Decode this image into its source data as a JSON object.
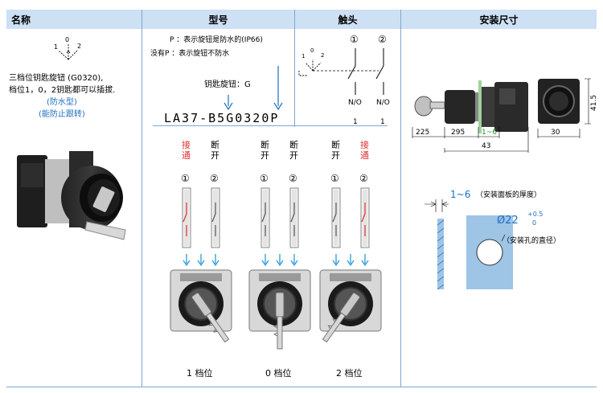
{
  "headers": {
    "name": "名称",
    "model": "型号",
    "contact": "触头",
    "dimensions": "安装尺寸"
  },
  "name_col": {
    "symbol_positions": [
      "1",
      "0",
      "2"
    ],
    "desc_line1": "三档位钥匙旋钮 (G0320),",
    "desc_line2": "档位1，0，2钥匙都可以插拔.",
    "waterproof": "(防水型)",
    "anti_rotation": "(能防止跟转)"
  },
  "model_col": {
    "p_line": "P ：表示旋钮是防水的(IP66)",
    "no_p_line": "没有P ：表示旋钮不防水",
    "key_label": "钥匙旋钮：G",
    "model_code": "LA37-B5G0320P"
  },
  "contact_col": {
    "circle1": "①",
    "circle2": "②",
    "symbol_positions": [
      "1",
      "0",
      "2"
    ],
    "no1": "N/O",
    "no2": "N/O",
    "count1": "1",
    "count2": "1"
  },
  "positions": [
    {
      "c1_state": "接\n通",
      "c2_state": "断\n开",
      "c1_on": true,
      "c2_on": false,
      "circle1": "①",
      "circle2": "②",
      "label": "1 档位"
    },
    {
      "c1_state": "断\n开",
      "c2_state": "断\n开",
      "c1_on": false,
      "c2_on": false,
      "circle1": "①",
      "circle2": "②",
      "label": "0 档位"
    },
    {
      "c1_state": "断\n开",
      "c2_state": "接\n通",
      "c1_on": false,
      "c2_on": true,
      "circle1": "①",
      "circle2": "②",
      "label": "2 档位"
    }
  ],
  "dim_col": {
    "d225": "225",
    "d295": "295",
    "d1_6": "1~6",
    "d43": "43",
    "d30": "30",
    "d415": "41.5",
    "panel_thickness_range": "1~6",
    "panel_thickness_label": "（安装面板的厚度）",
    "hole_dia": "Ø22",
    "tol_plus": "+0.5",
    "tol_zero": "0",
    "hole_label": "（安装孔的直径）"
  }
}
